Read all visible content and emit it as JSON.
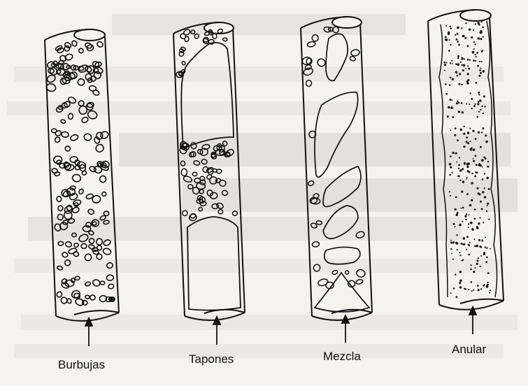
{
  "diagram": {
    "labels": {
      "burbujas": "Burbujas",
      "tapones": "Tapones",
      "mezcla": "Mezcla",
      "anular": "Anular"
    },
    "colors": {
      "ink": "#111111",
      "paper": "#f4f3f0",
      "ghost": "#d8d6d2"
    }
  }
}
